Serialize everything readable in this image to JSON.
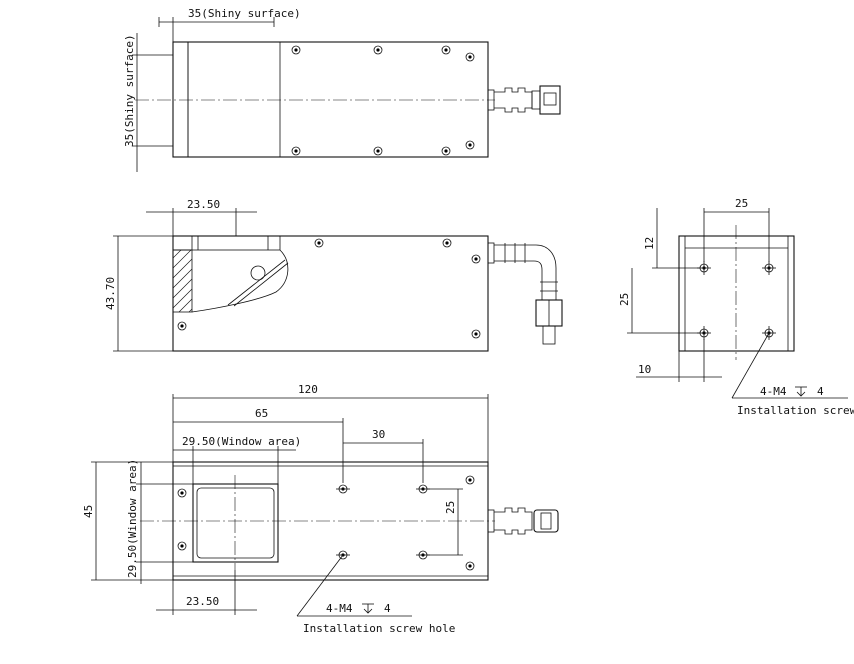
{
  "top_view": {
    "width_label": "35(Shiny surface)",
    "height_label": "35(Shiny surface)"
  },
  "side_view": {
    "window_depth_label": "23.50",
    "height_label": "43.70"
  },
  "end_view": {
    "hole_spacing_h_label": "25",
    "top_offset_label": "12",
    "hole_spacing_v_label": "25",
    "side_offset_label": "10",
    "hole_callout": "4-M4",
    "hole_depth": "4",
    "hole_note": "Installation screw hole"
  },
  "bottom_view": {
    "length_label": "120",
    "hole_position_label": "65",
    "window_width_label": "29.50(Window area)",
    "hole_spacing_h_label": "30",
    "height_label": "45",
    "window_height_label": "29.50(Window area)",
    "hole_spacing_v_label": "25",
    "window_offset_label": "23.50",
    "hole_callout": "4-M4",
    "hole_depth": "4",
    "hole_note": "Installation screw hole"
  }
}
